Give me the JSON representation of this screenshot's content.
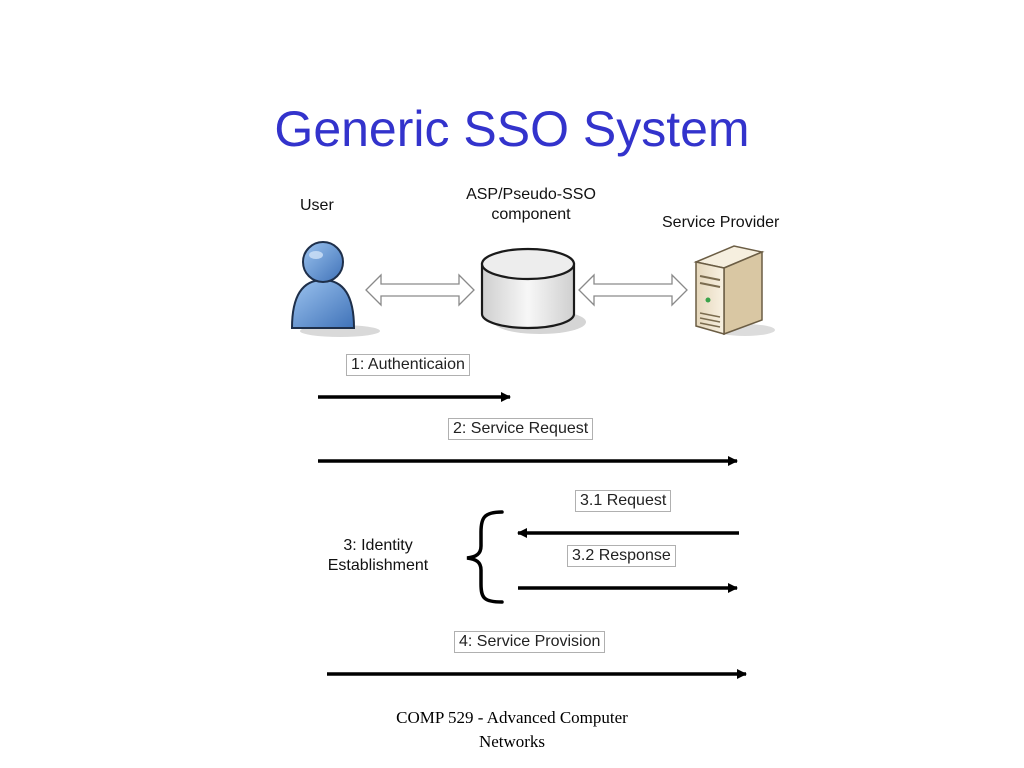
{
  "title": "Generic SSO System",
  "diagram": {
    "actors": {
      "user": "User",
      "asp": "ASP/Pseudo-SSO component",
      "asp_line1": "ASP/Pseudo-SSO",
      "asp_line2": "component",
      "provider": "Service Provider"
    },
    "steps": {
      "s1": "1: Authenticaion",
      "s2": "2: Service Request",
      "s3_line1": "3: Identity",
      "s3_line2": "Establishment",
      "s31": "3.1 Request",
      "s32": "3.2 Response",
      "s4": "4: Service Provision"
    },
    "colors": {
      "title": "#3333cc",
      "user_figure": "#5b8fd1",
      "database": "#e6e6e6",
      "server": "#efe3cc"
    },
    "icons": [
      "user-icon",
      "database-icon",
      "server-icon"
    ]
  },
  "footer": {
    "line1": "COMP 529 - Advanced Computer",
    "line2": "Networks"
  }
}
